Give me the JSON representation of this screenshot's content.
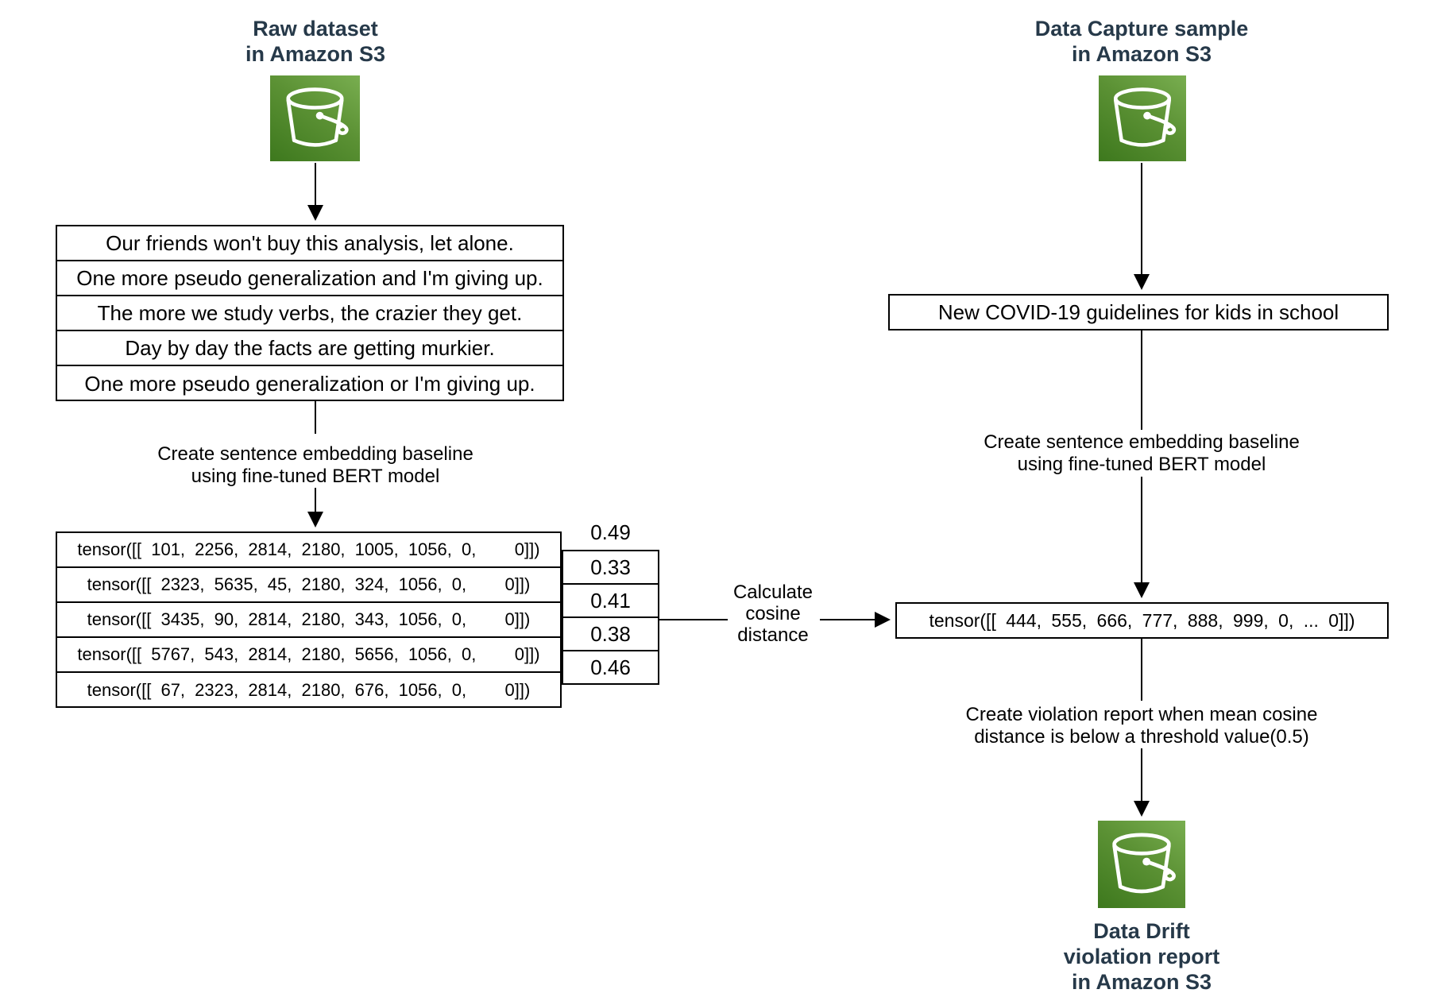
{
  "colors": {
    "title_text": "#263949",
    "diagram_text": "#000000",
    "box_border": "#000000",
    "bucket_green_light": "#79ae50",
    "bucket_green_dark": "#3d781d",
    "background": "#ffffff"
  },
  "icons": {
    "bucket": "s3-bucket-icon"
  },
  "left": {
    "title_line1": "Raw dataset",
    "title_line2": "in Amazon S3",
    "sentences": [
      "Our friends won't buy this analysis, let alone.",
      "One more pseudo generalization and I'm giving up.",
      "The more we study verbs, the crazier they get.",
      "Day by day the facts are getting murkier.",
      "One more pseudo generalization or I'm giving up."
    ],
    "embed_label_line1": "Create sentence embedding baseline",
    "embed_label_line2": "using fine-tuned BERT model",
    "tensors": [
      "tensor([[ 101, 2256, 2814, 2180, 1005, 1056, 0,    0]])",
      "tensor([[ 2323, 5635, 45, 2180, 324, 1056, 0,    0]])",
      "tensor([[ 3435, 90, 2814, 2180, 343, 1056, 0,    0]])",
      "tensor([[ 5767, 543, 2814, 2180, 5656, 1056, 0,    0]])",
      "tensor([[ 67, 2323, 2814, 2180, 676, 1056, 0,    0]])"
    ],
    "cosine_distances": {
      "top_value": "0.49",
      "boxed_values": [
        "0.33",
        "0.41",
        "0.38",
        "0.46"
      ]
    }
  },
  "middle": {
    "calc_label_line1": "Calculate",
    "calc_label_line2": "cosine",
    "calc_label_line3": "distance"
  },
  "right": {
    "title_line1": "Data Capture sample",
    "title_line2": "in Amazon S3",
    "sample_sentence": "New COVID-19 guidelines for kids in school",
    "embed_label_line1": "Create sentence embedding baseline",
    "embed_label_line2": "using fine-tuned BERT model",
    "tensor": "tensor([[ 444, 555, 666, 777, 888, 999, 0, ... 0]])",
    "violation_label_line1": "Create violation report when mean cosine",
    "violation_label_line2": "distance is below a threshold value(0.5)",
    "output_title_line1": "Data Drift",
    "output_title_line2": "violation report",
    "output_title_line3": "in Amazon S3"
  }
}
